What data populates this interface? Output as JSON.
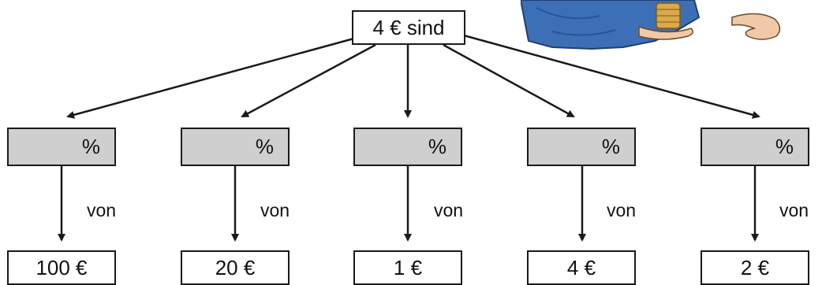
{
  "top": {
    "label": "4 € sind"
  },
  "branches": [
    {
      "percent_label": "%",
      "von_label": "von",
      "value_label": "100 €"
    },
    {
      "percent_label": "%",
      "von_label": "von",
      "value_label": "20 €"
    },
    {
      "percent_label": "%",
      "von_label": "von",
      "value_label": "1 €"
    },
    {
      "percent_label": "%",
      "von_label": "von",
      "value_label": "4 €"
    },
    {
      "percent_label": "%",
      "von_label": "von",
      "value_label": "2 €"
    }
  ],
  "colors": {
    "line": "#1a1a1a",
    "percent_box_fill": "#cfcfcf",
    "illustration_blue": "#3d6fb6"
  }
}
